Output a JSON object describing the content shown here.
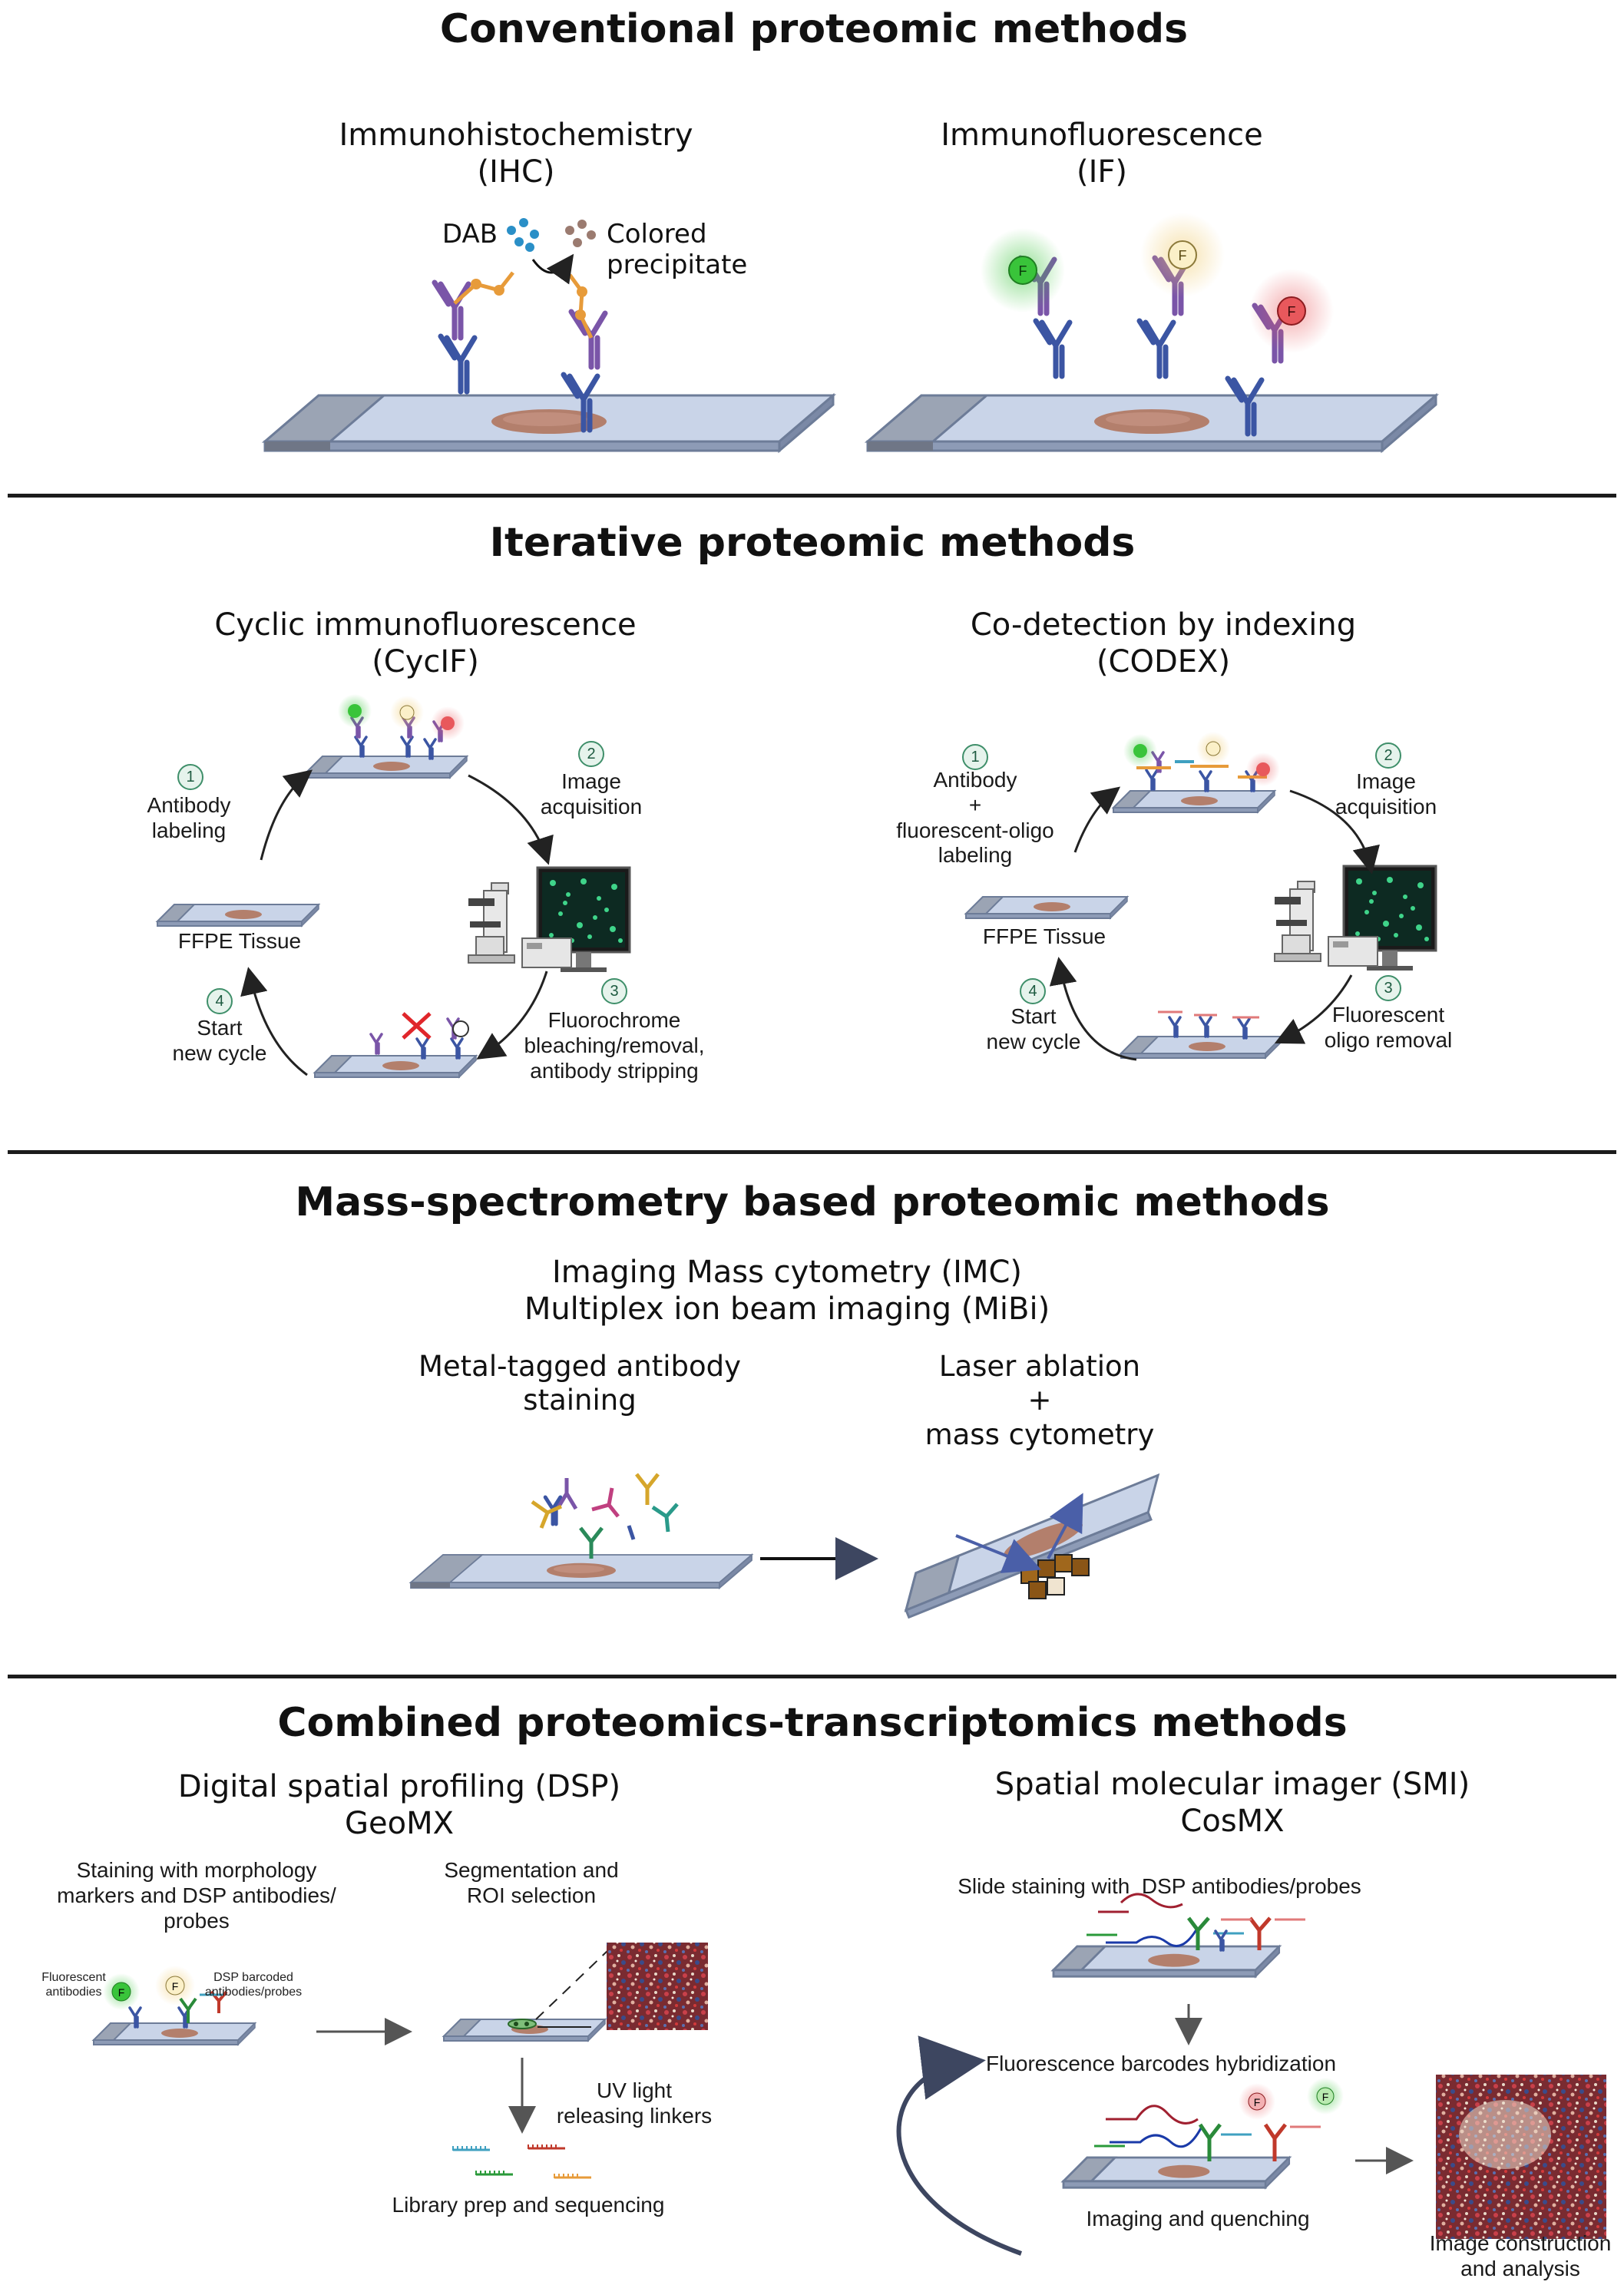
{
  "sections": {
    "conventional": {
      "title": "Conventional proteomic methods",
      "ihc": {
        "title": "Immunohistochemistry\n(IHC)",
        "dab": "DAB",
        "precipitate": "Colored\nprecipitate"
      },
      "if": {
        "title": "Immunofluorescence\n(IF)",
        "fluor": "F"
      }
    },
    "iterative": {
      "title": "Iterative proteomic methods",
      "cycif": {
        "title": "Cyclic immunofluorescence\n(CycIF)",
        "steps": [
          {
            "num": "1",
            "label": "Antibody\nlabeling"
          },
          {
            "num": "2",
            "label": "Image\nacquisition"
          },
          {
            "num": "3",
            "label": "Fluorochrome\nbleaching/removal,\nantibody stripping"
          },
          {
            "num": "4",
            "label": "Start\nnew cycle"
          }
        ],
        "tissue": "FFPE Tissue"
      },
      "codex": {
        "title": "Co-detection by indexing\n(CODEX)",
        "steps": [
          {
            "num": "1",
            "label": "Antibody\n+\nfluorescent-oligo\nlabeling"
          },
          {
            "num": "2",
            "label": "Image\nacquisition"
          },
          {
            "num": "3",
            "label": "Fluorescent\noligo removal"
          },
          {
            "num": "4",
            "label": "Start\nnew cycle"
          }
        ],
        "tissue": "FFPE Tissue"
      }
    },
    "mass": {
      "title": "Mass-spectrometry based proteomic methods",
      "subtitle": "Imaging Mass cytometry (IMC)\nMultiplex ion beam imaging (MiBi)",
      "left": "Metal-tagged antibody\nstaining",
      "right": "Laser ablation\n+\nmass cytometry"
    },
    "combined": {
      "title": "Combined proteomics-transcriptomics methods",
      "dsp": {
        "title": "Digital spatial profiling (DSP)\nGeoMX",
        "staining": "Staining with morphology\nmarkers and DSP antibodies/\nprobes",
        "fluor_ab": "Fluorescent\nantibodies",
        "barcoded": "DSP barcoded\nantibodies/probes",
        "segmentation": "Segmentation and\nROI selection",
        "uv": "UV light\nreleasing linkers",
        "library": "Library prep and sequencing"
      },
      "smi": {
        "title": "Spatial molecular imager (SMI)\nCosMX",
        "staining": "Slide staining with  DSP antibodies/probes",
        "hybrid": "Fluorescence barcodes hybridization",
        "imaging": "Imaging and quenching",
        "construction": "Image construction\nand analysis"
      }
    }
  },
  "colors": {
    "slide_top": "#c8d3e6",
    "slide_side": "#7b8aa6",
    "slide_label": "#9aa3b2",
    "tissue": "#b07a6a",
    "antibody_blue": "#3b55a3",
    "antibody_purple": "#7a55a8",
    "fluor_green": "#39c43a",
    "fluor_yellow": "#f2d98a",
    "fluor_red": "#e8585c",
    "step_circle": "#e6f3ec",
    "divider": "#1c1c1c"
  }
}
